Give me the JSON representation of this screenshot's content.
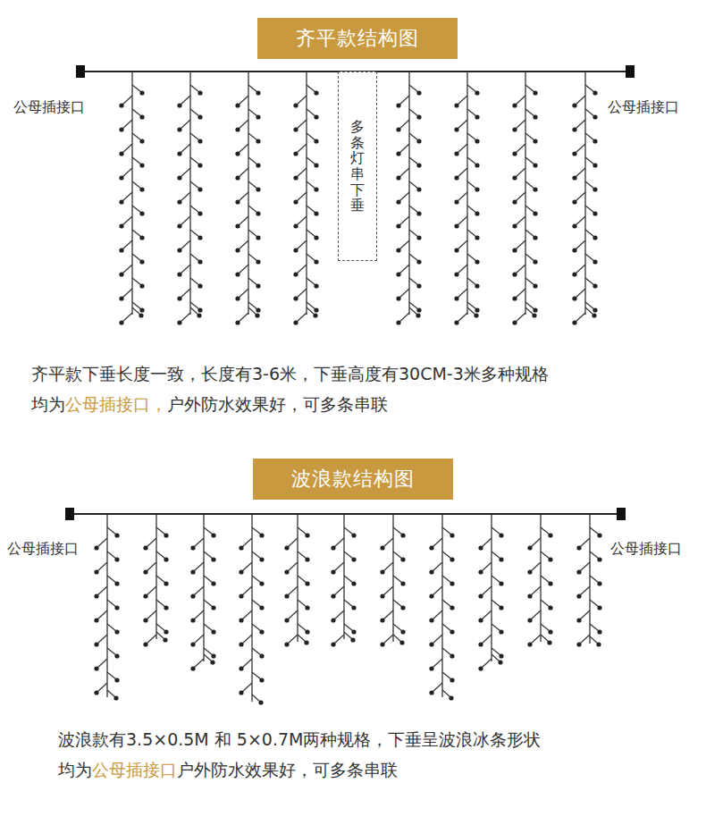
{
  "diagram": {
    "nodes": [
      {
        "text": [
          "齐平款结构图"
        ]
      },
      {
        "text": [
          "多条灯串下垂"
        ]
      },
      {
        "text": [
          "波浪款结构图"
        ]
      }
    ],
    "labels": [
      "公母插接口",
      "公母插接口",
      "齐平款下垂长度一致，长度有3-6米，下垂高度有30CM-3米多种规格",
      "均为",
      "公母插接口，",
      "户外防水效果好，可多条串联",
      "公母插接口",
      "公母插接口",
      "波浪款有3.5×0.5M 和 5×0.7M两种规格，下垂呈波浪冰条形状",
      "均为",
      "公母插接口",
      "户外防水效果好，可多条串联"
    ]
  }
}
